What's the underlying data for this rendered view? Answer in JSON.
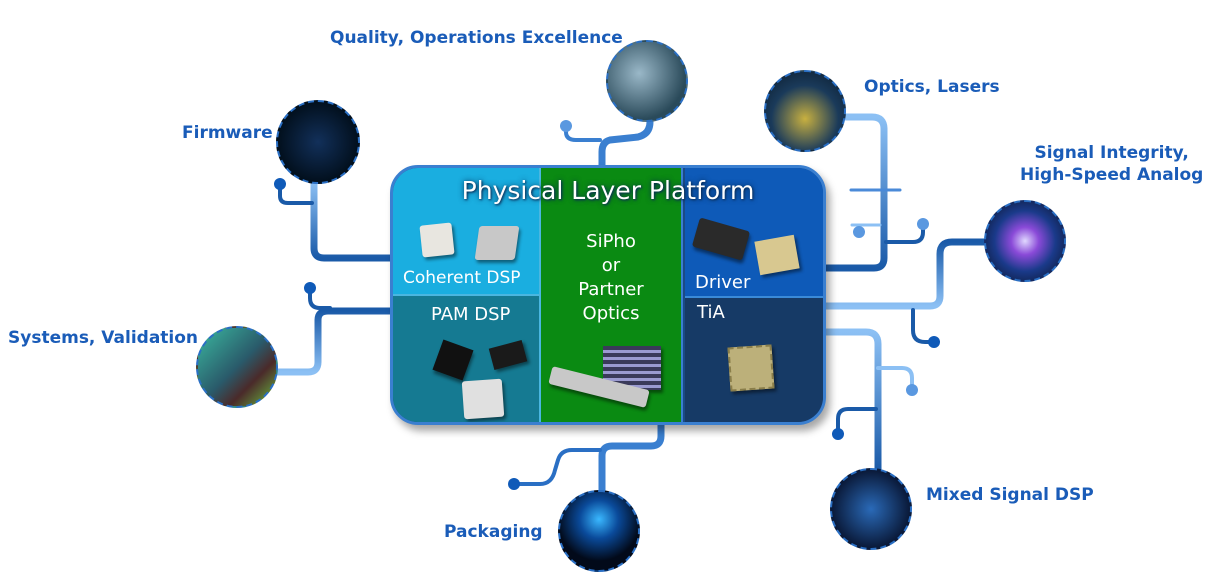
{
  "platform": {
    "title": "Physical Layer Platform",
    "tiles": [
      {
        "label": "Coherent DSP",
        "color": "#1aaee0"
      },
      {
        "label": "PAM DSP",
        "color": "#157a92"
      },
      {
        "label": "SiPho\nor\nPartner\nOptics",
        "lines": [
          "SiPho",
          "or",
          "Partner",
          "Optics"
        ],
        "color": "#0a8a12"
      },
      {
        "label": "Driver",
        "color": "#0e5ab8"
      },
      {
        "label": "TiA",
        "color": "#163a66"
      }
    ]
  },
  "capabilities": [
    {
      "label": "Quality, Operations Excellence",
      "icon": "touchscreen-excellent-icon"
    },
    {
      "label": "Firmware",
      "icon": "code-circuit-icon"
    },
    {
      "label": "Optics, Lasers",
      "icon": "laser-optics-icon"
    },
    {
      "label": "Signal Integrity,",
      "label2": "High-Speed Analog",
      "icon": "signal-burst-icon"
    },
    {
      "label": "Systems, Validation",
      "icon": "lab-validation-icon"
    },
    {
      "label": "Packaging",
      "icon": "chip-package-icon"
    },
    {
      "label": "Mixed Signal DSP",
      "icon": "digital-signal-icon"
    }
  ],
  "colors": {
    "label_text": "#1a5cb8",
    "wire_dark": "#1a5aa8",
    "wire_light": "#8cc0f4",
    "dot": "#0f5ab8"
  }
}
